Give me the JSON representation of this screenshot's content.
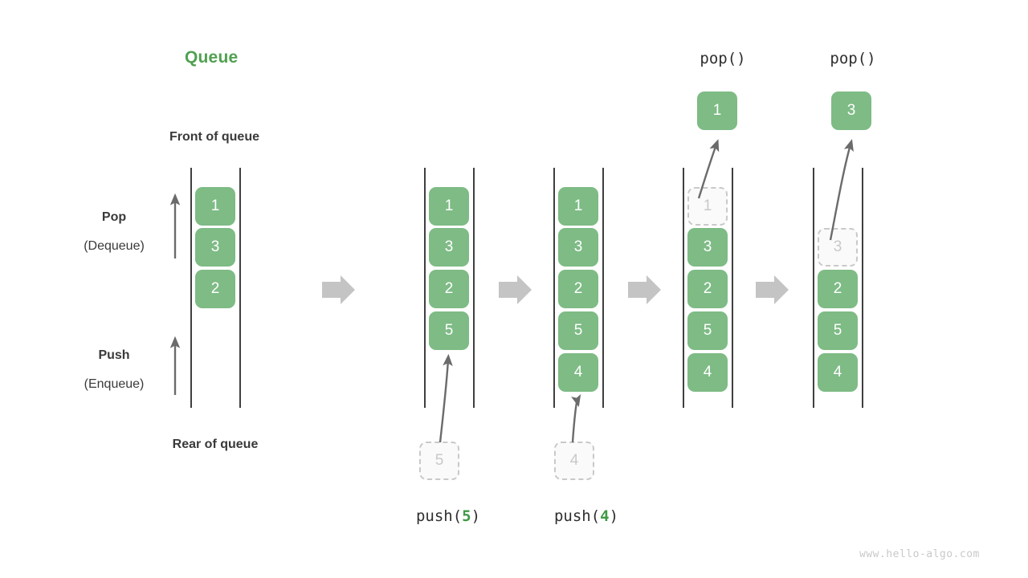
{
  "title": "Queue",
  "labels": {
    "front": "Front of queue",
    "rear": "Rear of queue",
    "pop_bold": "Pop",
    "pop_paren": "(Dequeue)",
    "push_bold": "Push",
    "push_paren": "(Enqueue)"
  },
  "watermark": "www.hello-algo.com",
  "colors": {
    "cell_fill": "#7ebb85",
    "cell_text": "#ffffff",
    "title_green": "#50a050",
    "ghost_border": "#c9c9c9",
    "ghost_fill": "#fafafa",
    "rail": "#3f3f3f",
    "arrow_gray": "#c4c4c4",
    "curve_arrow": "#6b6b6b",
    "label_text": "#3a3a3a",
    "watermark": "#c9c9c9"
  },
  "steps": [
    {
      "id": "initial",
      "caption": "",
      "op_label": "",
      "cells": [
        "1",
        "3",
        "2"
      ],
      "ghost_index": -1,
      "incoming": null,
      "outgoing": null
    },
    {
      "id": "after-push-5",
      "caption": "push(5)",
      "caption_fn": "push",
      "caption_arg": "5",
      "op_label": "",
      "cells": [
        "1",
        "3",
        "2",
        "5"
      ],
      "ghost_index": -1,
      "incoming": "5",
      "outgoing": null
    },
    {
      "id": "after-push-4",
      "caption": "push(4)",
      "caption_fn": "push",
      "caption_arg": "4",
      "op_label": "",
      "cells": [
        "1",
        "3",
        "2",
        "5",
        "4"
      ],
      "ghost_index": -1,
      "incoming": "4",
      "outgoing": null
    },
    {
      "id": "pop-1",
      "caption": "",
      "op_label": "pop()",
      "cells": [
        "1",
        "3",
        "2",
        "5",
        "4"
      ],
      "ghost_index": 0,
      "incoming": null,
      "outgoing": "1"
    },
    {
      "id": "pop-3",
      "caption": "",
      "op_label": "pop()",
      "cells": [
        "3",
        "2",
        "5",
        "4"
      ],
      "ghost_index": 0,
      "incoming": null,
      "outgoing": "3"
    }
  ],
  "transition_arrows": 4,
  "side_arrows": [
    {
      "name": "pop-direction-arrow",
      "label": "Pop"
    },
    {
      "name": "push-direction-arrow",
      "label": "Push"
    }
  ]
}
